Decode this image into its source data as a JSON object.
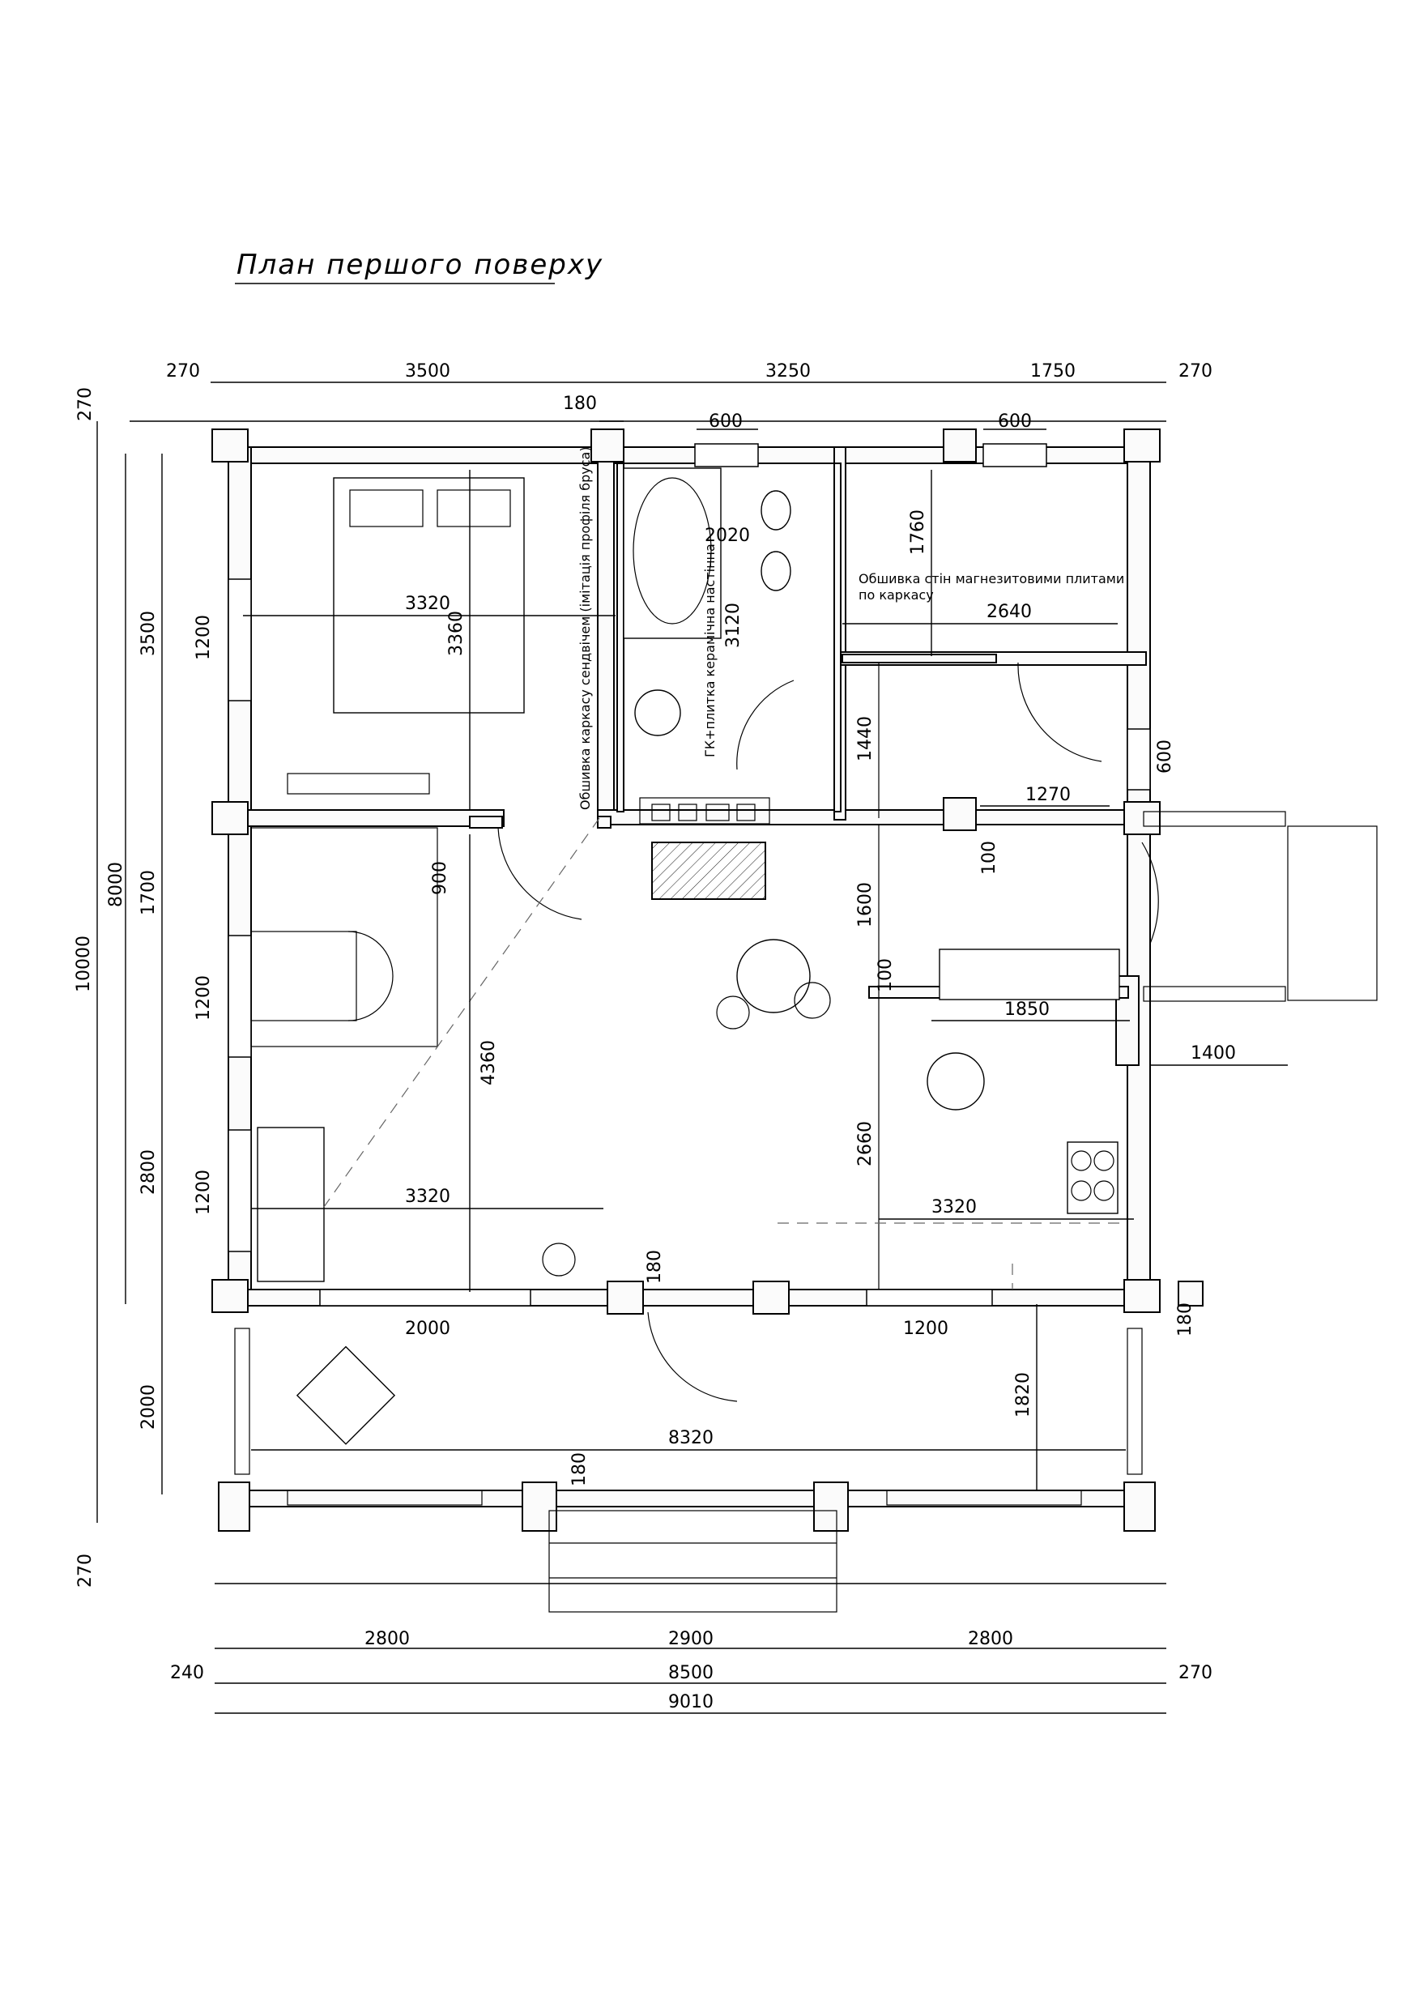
{
  "title": "План першого поверху",
  "dimensions": {
    "top": [
      "270",
      "3500",
      "3250",
      "1750",
      "270"
    ],
    "top_inner": [
      "180",
      "600",
      "600"
    ],
    "left_outer": [
      "270",
      "10000",
      "270"
    ],
    "left_mid": [
      "8000",
      "2000"
    ],
    "left_inner": [
      "3500",
      "1700",
      "2800"
    ],
    "window_heights": [
      "1200",
      "1200",
      "1200"
    ],
    "bottom": [
      "2800",
      "2900",
      "2800",
      "240",
      "8500",
      "270",
      "9010"
    ],
    "interior": {
      "bedroom_width": "3320",
      "bedroom_depth": "3360",
      "bath_width": "2020",
      "bath_depth": "3120",
      "room_depth": "1760",
      "room_width": "2640",
      "hall_depth": "1440",
      "door_gap": "1270",
      "wall_100a": "100",
      "wall_100b": "100",
      "stair_900": "900",
      "living_4360": "4360",
      "living_3320": "3320",
      "kitchen_1600": "1600",
      "kitchen_1850": "1850",
      "kitchen_2660": "2660",
      "kitchen_3320": "3320",
      "porch_1400": "1400",
      "window_600": "600",
      "entrance_180": "180",
      "window_2000": "2000",
      "window_1200": "1200",
      "wall_180_right": "180",
      "terrace_1820": "1820",
      "terrace_8320": "8320",
      "terrace_180": "180"
    }
  },
  "notes": {
    "wall_left": "Обшивка каркасу сендвічем (імітація профіля бруса)",
    "bath_wall": "ГК+плитка керамічна настінна",
    "room_wall_1": "Обшивка стін магнезитовими плитами",
    "room_wall_2": "по каркасу"
  }
}
